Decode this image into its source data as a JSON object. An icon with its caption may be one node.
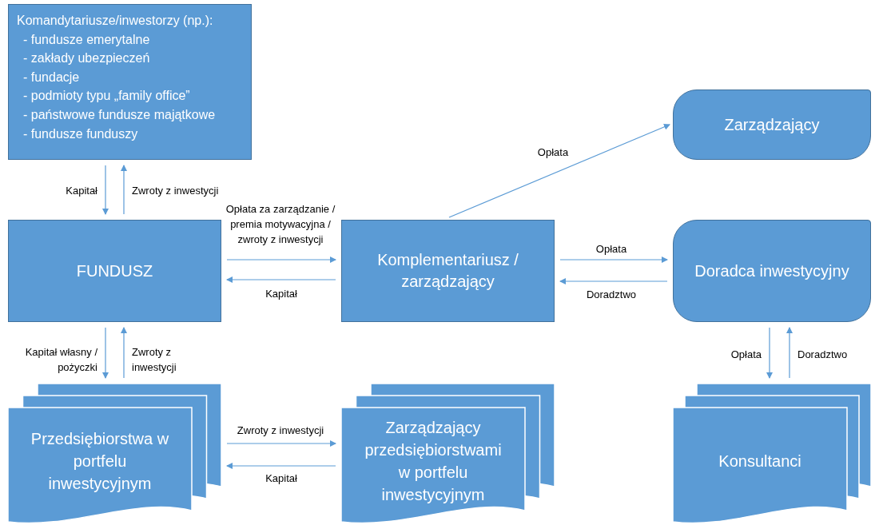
{
  "diagram": {
    "nodes": [
      {
        "text": [
          "Komandytariusze/inwestorzy (np.):",
          "- fundusze emerytalne",
          "- zakłady ubezpieczeń",
          "- fundacje",
          "- podmioty typu „family office”",
          "- państwowe fundusze majątkowe",
          "- fundusze funduszy"
        ]
      },
      {
        "text": [
          "FUNDUSZ"
        ]
      },
      {
        "text": [
          "Komplementariusz / zarządzający"
        ]
      },
      {
        "text": [
          "Zarządzający"
        ]
      },
      {
        "text": [
          "Doradca inwestycyjny"
        ]
      },
      {
        "text": [
          "Przedsiębiorstwa w portfelu inwestycyjnym"
        ]
      },
      {
        "text": [
          "Zarządzający przedsiębiorstwami w portfelu inwestycyjnym"
        ]
      },
      {
        "text": [
          "Konsultanci"
        ]
      }
    ],
    "edges": [
      {
        "from": 0,
        "to": 1,
        "arrow": "to",
        "label": "Kapitał"
      },
      {
        "from": 1,
        "to": 0,
        "arrow": "to",
        "label": "Zwroty z inwestycji"
      },
      {
        "from": 1,
        "to": 2,
        "arrow": "to",
        "label": "Opłata za zarządzanie / premia motywacyjna / zwroty z inwestycji"
      },
      {
        "from": 2,
        "to": 1,
        "arrow": "to",
        "label": "Kapitał"
      },
      {
        "from": 2,
        "to": 3,
        "arrow": "to",
        "label": "Opłata"
      },
      {
        "from": 2,
        "to": 4,
        "arrow": "to",
        "label": "Opłata"
      },
      {
        "from": 4,
        "to": 2,
        "arrow": "to",
        "label": "Doradztwo"
      },
      {
        "from": 1,
        "to": 5,
        "arrow": "to",
        "label": "Kapitał własny / pożyczki"
      },
      {
        "from": 5,
        "to": 1,
        "arrow": "to",
        "label": "Zwroty z inwestycji"
      },
      {
        "from": 5,
        "to": 6,
        "arrow": "to",
        "label": "Zwroty z inwestycji"
      },
      {
        "from": 6,
        "to": 5,
        "arrow": "to",
        "label": "Kapitał"
      },
      {
        "from": 4,
        "to": 7,
        "arrow": "to",
        "label": "Opłata"
      },
      {
        "from": 7,
        "to": 4,
        "arrow": "to",
        "label": "Doradztwo"
      }
    ]
  }
}
